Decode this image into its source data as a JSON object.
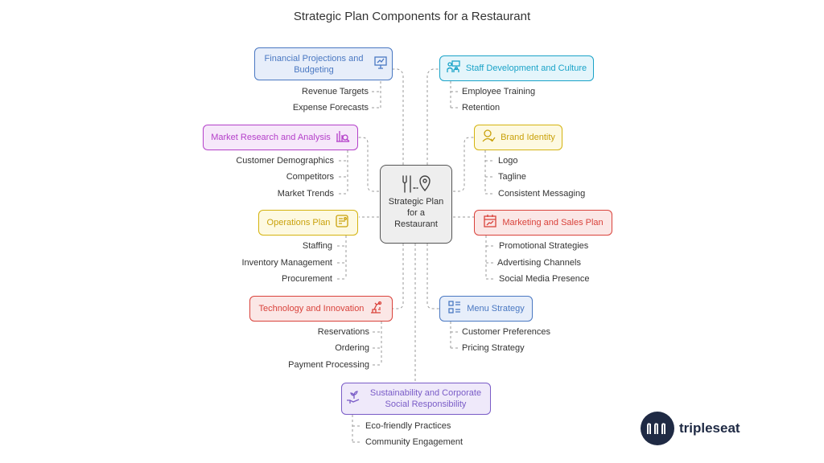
{
  "title": "Strategic Plan Components for a Restaurant",
  "center": {
    "label": "Strategic Plan for a Restaurant",
    "icon": "fork-and-location-pin-icon"
  },
  "nodes": {
    "financial": {
      "label": "Financial Projections and Budgeting",
      "color": "#4a78c2",
      "fill": "#e7eefa",
      "icon": "presentation-chart-icon",
      "items": [
        "Revenue Targets",
        "Expense Forecasts"
      ]
    },
    "staff": {
      "label": "Staff Development and Culture",
      "color": "#1aa3c8",
      "fill": "#e4f5fb",
      "icon": "team-presentation-icon",
      "items": [
        "Employee Training",
        "Retention"
      ]
    },
    "market": {
      "label": "Market Research and Analysis",
      "color": "#b43fc9",
      "fill": "#f6e8fa",
      "icon": "bar-chart-magnifier-icon",
      "items": [
        "Customer Demographics",
        "Competitors",
        "Market Trends"
      ]
    },
    "brand": {
      "label": "Brand Identity",
      "color": "#d4b30f",
      "fill": "#fdf9e1",
      "icon": "user-check-icon",
      "items": [
        "Logo",
        "Tagline",
        "Consistent Messaging"
      ]
    },
    "operations": {
      "label": "Operations Plan",
      "color": "#d4b30f",
      "fill": "#fdf9e1",
      "icon": "workflow-icon",
      "items": [
        "Staffing",
        "Inventory Management",
        "Procurement"
      ]
    },
    "marketing": {
      "label": "Marketing and Sales Plan",
      "color": "#d9423b",
      "fill": "#fbe7e6",
      "icon": "calendar-chart-icon",
      "items": [
        "Promotional Strategies",
        "Advertising Channels",
        "Social Media Presence"
      ]
    },
    "technology": {
      "label": "Technology and Innovation",
      "color": "#d9423b",
      "fill": "#fbe7e6",
      "icon": "robot-arm-icon",
      "items": [
        "Reservations",
        "Ordering",
        "Payment Processing"
      ]
    },
    "menu": {
      "label": "Menu Strategy",
      "color": "#4a78c2",
      "fill": "#e7eefa",
      "icon": "list-grid-icon",
      "items": [
        "Customer Preferences",
        "Pricing Strategy"
      ]
    },
    "sustainability": {
      "label": "Sustainability and Corporate Social Responsibility",
      "color": "#7a5cc7",
      "fill": "#efe9fa",
      "icon": "hand-plant-icon",
      "items": [
        "Eco-friendly Practices",
        "Community Engagement"
      ]
    }
  },
  "logo": {
    "text": "tripleseat",
    "icon": "tripleseat-logo-icon"
  }
}
